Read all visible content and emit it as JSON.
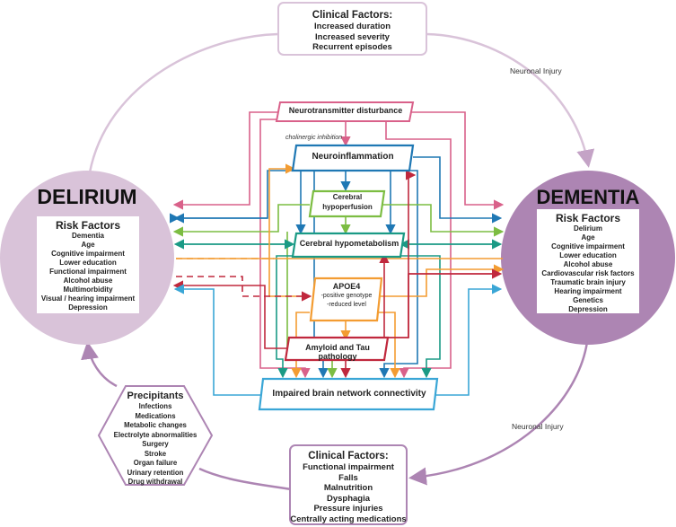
{
  "clinical_top": {
    "title": "Clinical Factors:",
    "items": [
      "Increased duration",
      "Increased severity",
      "Recurrent episodes"
    ]
  },
  "clinical_bottom": {
    "title": "Clinical Factors:",
    "items": [
      "Functional impairment",
      "Falls",
      "Malnutrition",
      "Dysphagia",
      "Pressure injuries",
      "Centrally acting medications"
    ]
  },
  "neuronal_injury_top": "Neuronal Injury",
  "neuronal_injury_bottom": "Neuronal Injury",
  "delirium": {
    "title": "DELIRIUM",
    "risk_title": "Risk Factors",
    "risk_items": [
      "Dementia",
      "Age",
      "Cognitive impairment",
      "Lower education",
      "Functional impairment",
      "Alcohol abuse",
      "Multimorbidity",
      "Visual / hearing impairment",
      "Depression"
    ]
  },
  "dementia": {
    "title": "DEMENTIA",
    "risk_title": "Risk Factors",
    "risk_items": [
      "Delirium",
      "Age",
      "Cognitive impairment",
      "Lower education",
      "Alcohol  abuse",
      "Cardiovascular risk factors",
      "Traumatic brain injury",
      "Hearing impairment",
      "Genetics",
      "Depression"
    ]
  },
  "precipitants": {
    "title": "Precipitants",
    "items": [
      "Infections",
      "Medications",
      "Metabolic changes",
      "Electrolyte abnormalities",
      "Surgery",
      "Stroke",
      "Organ failure",
      "Urinary retention",
      "Drug withdrawal"
    ]
  },
  "mechanisms": {
    "neurotransmitter": "Neurotransmitter disturbance",
    "cholinergic": "cholinergic inhibition",
    "neuroinflammation": "Neuroinflammation",
    "hypoperfusion_line1": "Cerebral",
    "hypoperfusion_line2": "hypoperfusion",
    "hypometabolism": "Cerebral hypometabolism",
    "apoe4_title": "APOE4",
    "apoe4_line1": "-positive genotype",
    "apoe4_line2": "-reduced level",
    "amyloid": "Amyloid and Tau pathology",
    "network": "Impaired brain network connectivity"
  },
  "colors": {
    "purple_light": "#d9c3d9",
    "purple_dark": "#ad85b3",
    "outline_purple": "#c4a3c6",
    "pink": "#d9618a",
    "blue": "#1f78b4",
    "green": "#7cbd42",
    "teal": "#1a9a85",
    "orange": "#f39c32",
    "red": "#c0283d",
    "cyan": "#3aa6d6"
  }
}
